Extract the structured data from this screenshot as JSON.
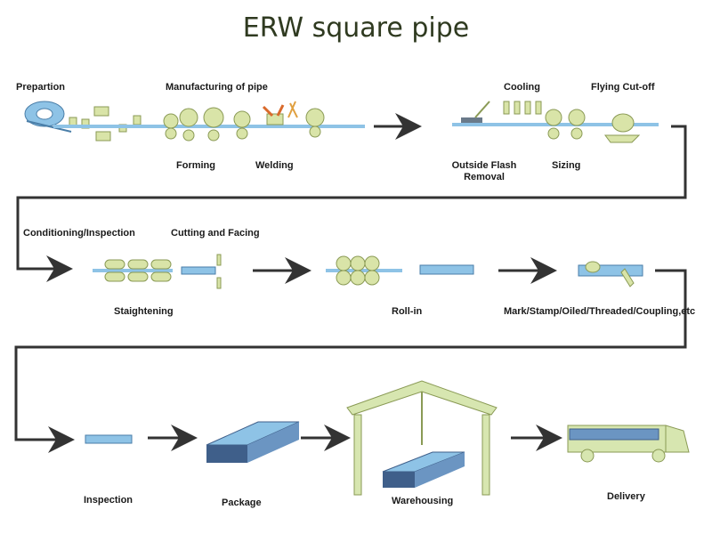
{
  "title": "ERW square pipe",
  "labels": {
    "prepartion": "Prepartion",
    "manufacturing": "Manufacturing of pipe",
    "forming": "Forming",
    "welding": "Welding",
    "cooling": "Cooling",
    "flying_cutoff": "Flying  Cut-off",
    "outside_flash": "Outside Flash\nRemoval",
    "sizing": "Sizing",
    "conditioning": "Conditioning/Inspection",
    "cutting_facing": "Cutting and Facing",
    "straightening": "Staightening",
    "roll_in": "Roll-in",
    "mark": "Mark/Stamp/Oiled/Threaded/Coupling,etc",
    "inspection": "Inspection",
    "package": "Package",
    "warehousing": "Warehousing",
    "delivery": "Delivery"
  },
  "colors": {
    "pipe": "#8ec3e6",
    "roller": "#d9e4a8",
    "roller_stroke": "#8a9a55",
    "bundle": "#3f5f8a",
    "warehouse": "#d7e6b0",
    "arrow": "#333333"
  }
}
